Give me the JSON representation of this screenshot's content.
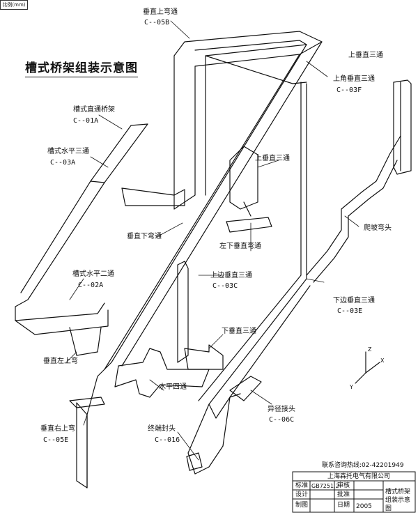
{
  "corner_note": "比例(mm)",
  "title": "槽式桥架组装示意图",
  "parts": {
    "vertical_bend_top": {
      "name": "垂直上弯通",
      "code": "C--05B"
    },
    "straight_tray": {
      "name": "槽式直通桥架",
      "code": "C--01A"
    },
    "horizontal_tee": {
      "name": "槽式水平三通",
      "code": "C--03A"
    },
    "upper_vertical_tee": {
      "name": "上角垂直三通",
      "code": "C--03F"
    },
    "up_vertical_tee_left": {
      "name": "上垂直三通",
      "code": ""
    },
    "top_vertical_tee": {
      "name": "上垂直三通",
      "code": ""
    },
    "vertical_down_tee": {
      "name": "垂直下弯通",
      "code": ""
    },
    "left_down_bend": {
      "name": "左下垂直弯通",
      "code": ""
    },
    "horizontal_elbow": {
      "name": "槽式水平二通",
      "code": "C--02A"
    },
    "side_vertical_tee": {
      "name": "上边垂直三通",
      "code": "C--03C"
    },
    "lower_vertical_tee": {
      "name": "下边垂直三通",
      "code": "C--03E"
    },
    "climbing_bend": {
      "name": "爬坡弯头",
      "code": ""
    },
    "vertical_left_up": {
      "name": "垂直左上弯",
      "code": ""
    },
    "down_vertical_tee": {
      "name": "下垂直三通",
      "code": ""
    },
    "horizontal_cross": {
      "name": "水平四通",
      "code": ""
    },
    "reducer": {
      "name": "异径接头",
      "code": "C--06C"
    },
    "vertical_right_up": {
      "name": "垂直右上弯",
      "code": "C--05E"
    },
    "end_cap": {
      "name": "终端封头",
      "code": "C--016"
    }
  },
  "axis": {
    "x": "X",
    "y": "Y",
    "z": "Z"
  },
  "title_block": {
    "phone": "联系咨询热线:02-42201949",
    "company": "上海森托电气有限公司",
    "row1": [
      "标准",
      "GB7251.2",
      "审核",
      ""
    ],
    "row2": [
      "设计",
      "",
      "批准",
      ""
    ],
    "row3": [
      "制图",
      "",
      "日期",
      "2005"
    ],
    "drawing_name": "槽式桥架组装示意图"
  }
}
